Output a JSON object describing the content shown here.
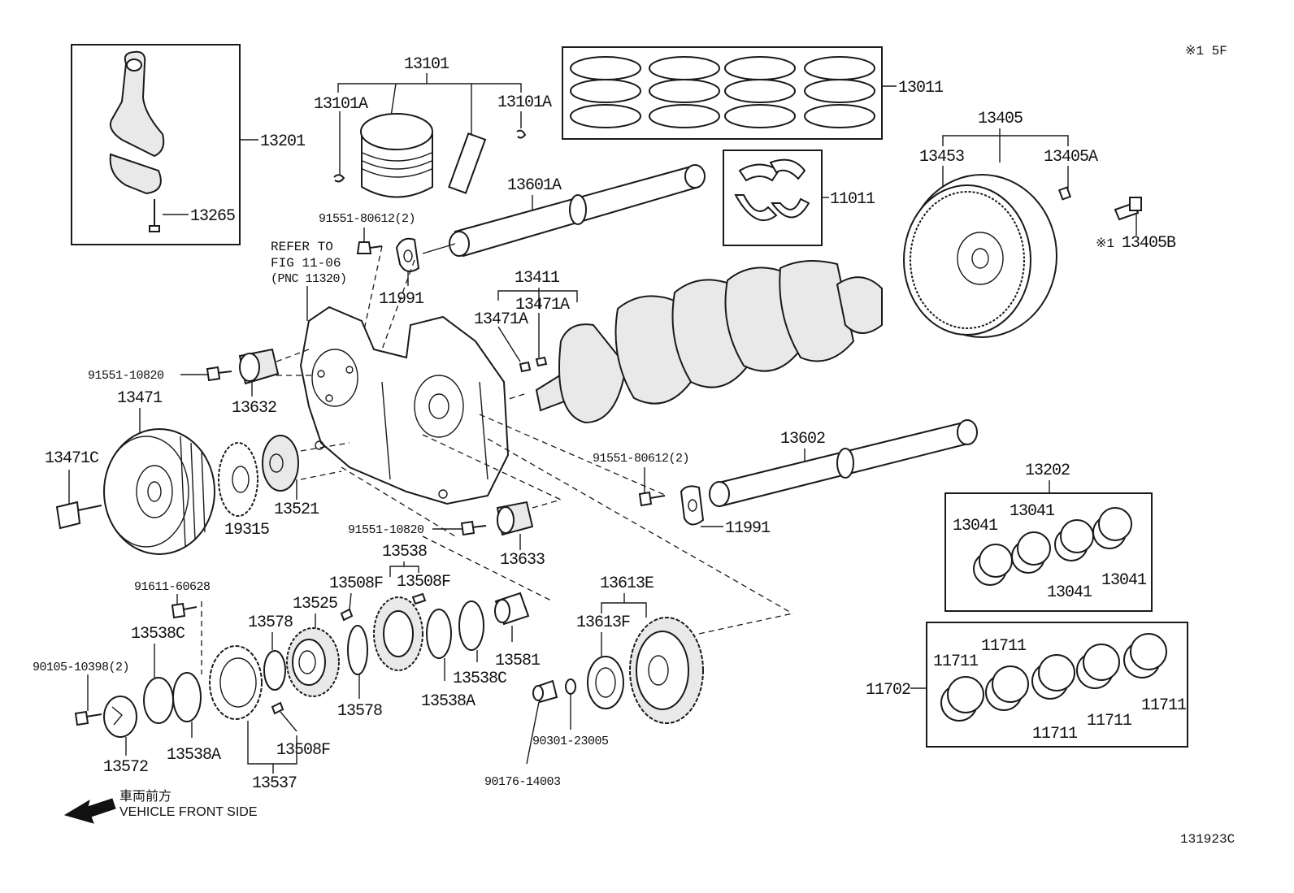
{
  "corner_note": "※1 5F",
  "illustration_id": "131923C",
  "direction": {
    "jp": "車両前方",
    "en": "VEHICLE FRONT SIDE"
  },
  "refer": {
    "line1": "REFER TO",
    "line2": "FIG 11-06",
    "line3": "(PNC 11320)"
  },
  "labels": {
    "p13201": "13201",
    "p13265": "13265",
    "p13101": "13101",
    "p13101a_l": "13101A",
    "p13101a_r": "13101A",
    "p13011": "13011",
    "p13405": "13405",
    "p13453": "13453",
    "p13405a": "13405A",
    "p13405b": "13405B",
    "p13405b_mark": "※1",
    "p13601a": "13601A",
    "p11011": "11011",
    "p91551_80612_a": "91551-80612(2)",
    "p11991_a": "11991",
    "p13411": "13411",
    "p13471a_l": "13471A",
    "p13471a_r": "13471A",
    "p91551_10820_a": "91551-10820",
    "p13632": "13632",
    "p13471": "13471",
    "p13471c": "13471C",
    "p19315": "19315",
    "p13521": "13521",
    "p91551_10820_b": "91551-10820",
    "p13633": "13633",
    "p13602": "13602",
    "p91551_80612_b": "91551-80612(2)",
    "p11991_b": "11991",
    "p13202": "13202",
    "p13041_a": "13041",
    "p13041_b": "13041",
    "p13041_c": "13041",
    "p13041_d": "13041",
    "p11702": "11702",
    "p11711_a": "11711",
    "p11711_b": "11711",
    "p11711_c": "11711",
    "p11711_d": "11711",
    "p11711_e": "11711",
    "p91611_60628": "91611-60628",
    "p13538c_l": "13538C",
    "p90105_10398": "90105-10398(2)",
    "p13572": "13572",
    "p13538a_l": "13538A",
    "p13578_t": "13578",
    "p13525": "13525",
    "p13508f_a": "13508F",
    "p13538": "13538",
    "p13508f_b": "13508F",
    "p13508f_c": "13508F",
    "p13537": "13537",
    "p13578_b": "13578",
    "p13538a_r": "13538A",
    "p13538c_r": "13538C",
    "p13581": "13581",
    "p13613e": "13613E",
    "p13613f": "13613F",
    "p90301_23005": "90301-23005",
    "p90176_14003": "90176-14003"
  }
}
